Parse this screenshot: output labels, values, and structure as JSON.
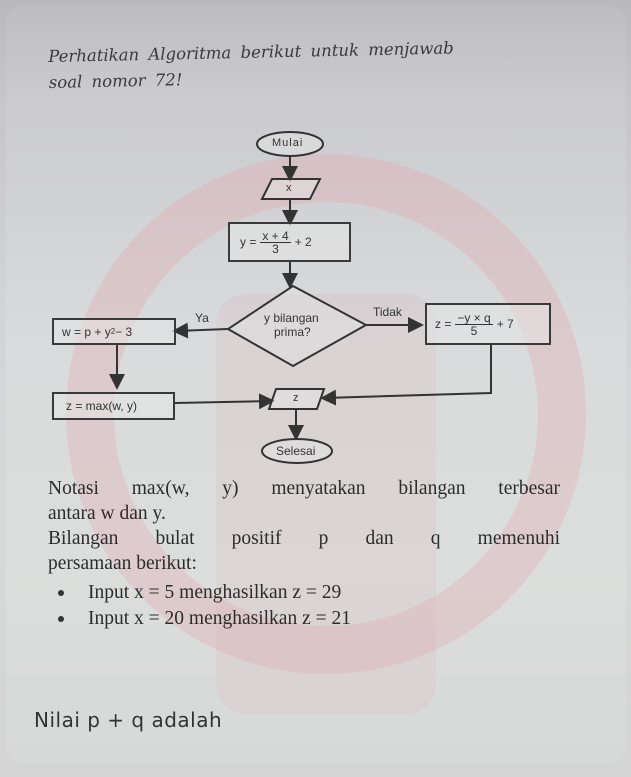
{
  "intro": {
    "line1": "Perhatikan Algoritma berikut untuk menjawab",
    "line2": "soal nomor 72!"
  },
  "flowchart": {
    "start": "Mulai",
    "input": "x",
    "process_y": {
      "lhs": "y =",
      "num": "x + 4",
      "den": "3",
      "tail": "+ 2"
    },
    "decision": {
      "line1": "y bilangan",
      "line2": "prima?"
    },
    "yes_label": "Ya",
    "no_label": "Tidak",
    "process_w": {
      "lhs": "w = p + y",
      "sup": "2",
      "tail": " − 3"
    },
    "process_z_no": {
      "lhs": "z =",
      "num": "−y × q",
      "den": "5",
      "tail": "+ 7"
    },
    "process_z_max": "z =  max(w, y)",
    "output": "z",
    "end": "Selesai"
  },
  "notes": {
    "para1_line1": "Notasi max(w, y) menyatakan bilangan terbesar",
    "para1_line2": "antara w dan y.",
    "para2_line1": "Bilangan bulat positif p dan q memenuhi",
    "para2_line2": "persamaan berikut:",
    "bullets": [
      "Input x = 5 menghasilkan z = 29",
      "Input x = 20 menghasilkan z = 21"
    ]
  },
  "question": "Nilai p + q adalah"
}
